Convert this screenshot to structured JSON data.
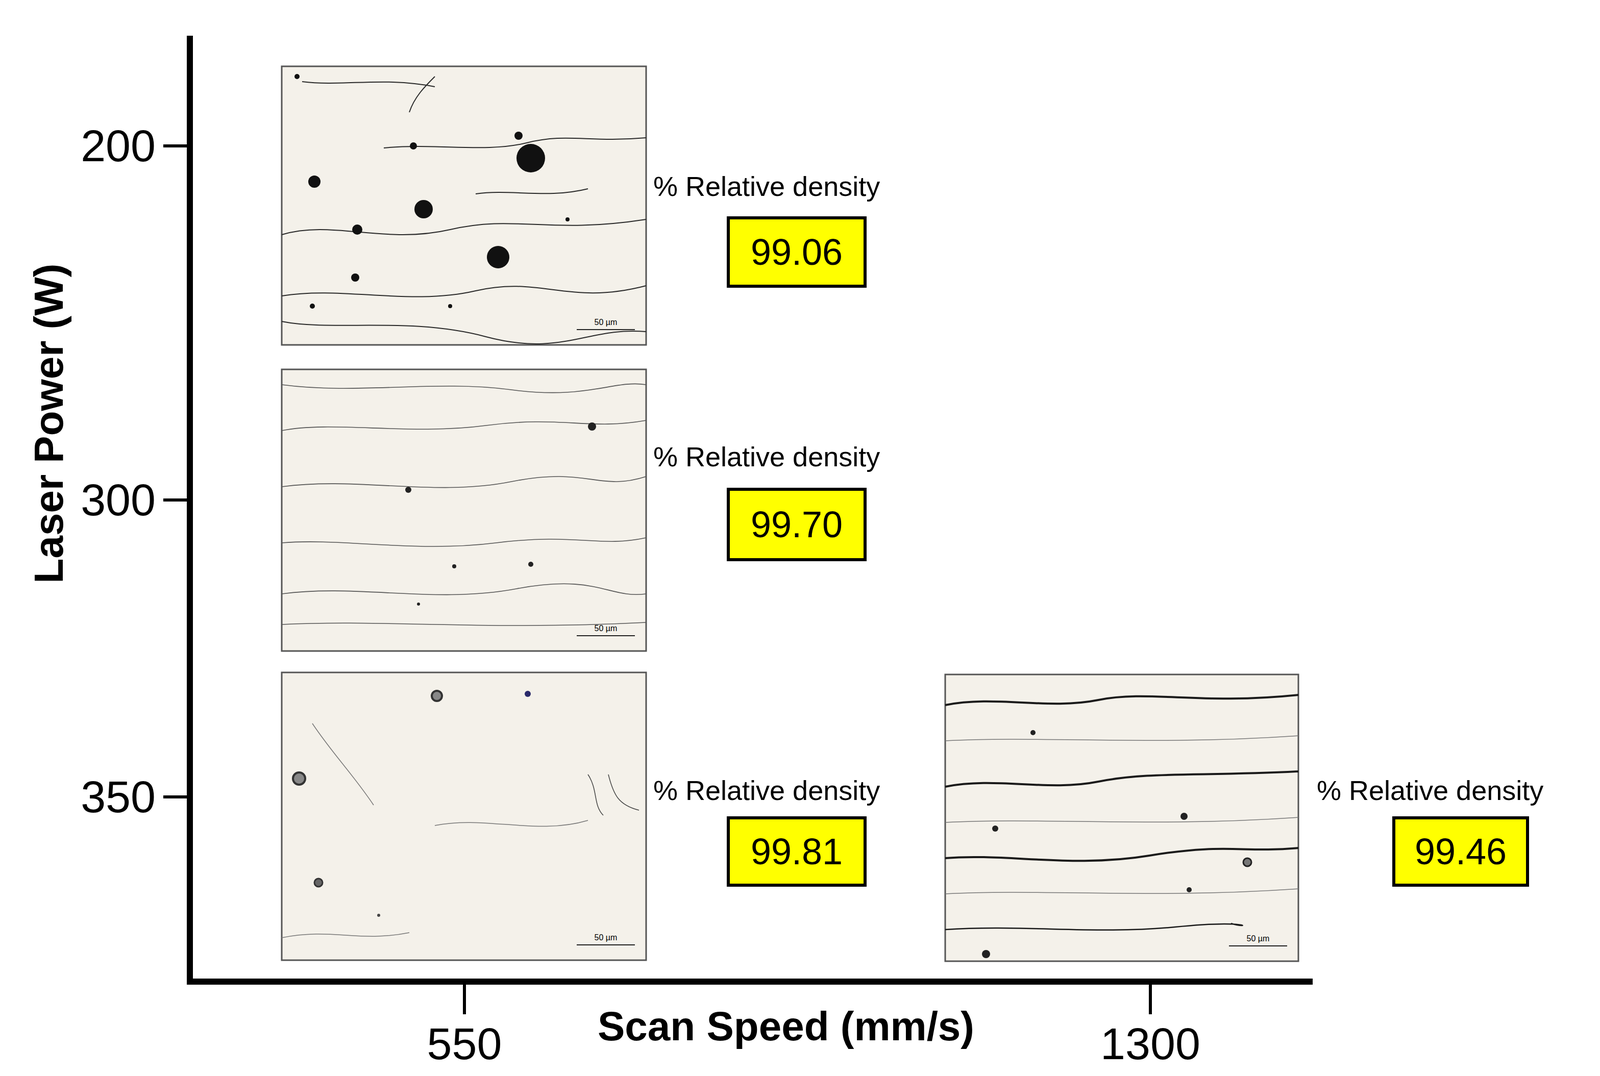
{
  "diagram": {
    "nodes": [
      {
        "text": [
          "% Relative density",
          "99.06"
        ]
      },
      {
        "text": [
          "% Relative density",
          "99.70"
        ]
      },
      {
        "text": [
          "% Relative density",
          "99.81"
        ]
      },
      {
        "text": [
          "% Relative density",
          "99.46"
        ]
      }
    ],
    "labels": [
      "Laser Power (W)",
      "200",
      "300",
      "350",
      "Scan Speed (mm/s)",
      "550",
      "1300",
      "50 µm",
      "50 µm",
      "50 µm",
      "50 µm"
    ]
  }
}
